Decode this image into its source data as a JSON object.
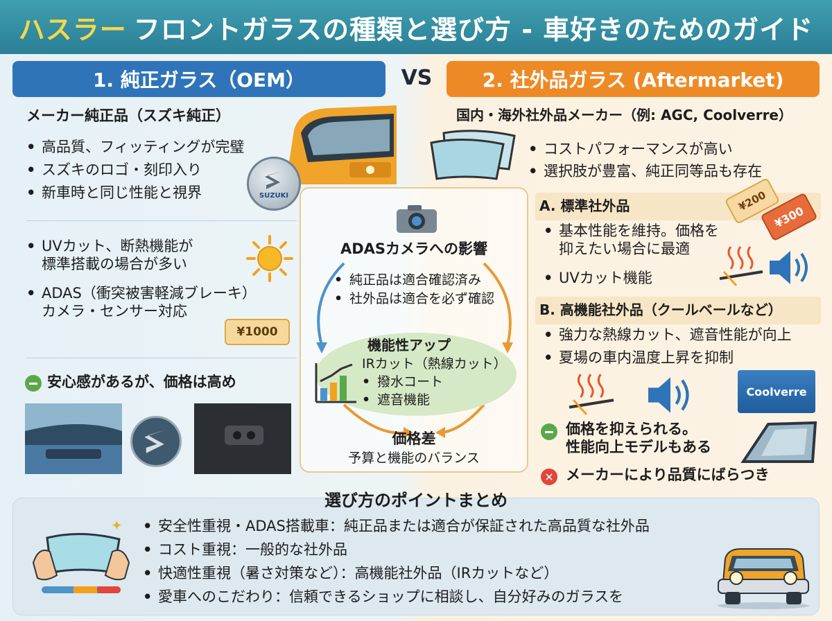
{
  "title": {
    "accent": "ハスラー",
    "main": "フロントガラスの種類と選び方 - 車好きのためのガイド"
  },
  "vs_label": "VS",
  "oem": {
    "header": "1. 純正ガラス（OEM）",
    "subtitle": "メーカー純正品（スズキ純正）",
    "bullets": [
      "高品質、フィッティングが完璧",
      "スズキのロゴ・刻印入り",
      "新車時と同じ性能と視界"
    ],
    "badge_text": "SUZUKI",
    "features": [
      [
        "UVカット、断熱機能が",
        "標準搭載の場合が多い"
      ],
      [
        "ADAS（衝突被害軽減ブレーキ）",
        "カメラ・センサー対応"
      ]
    ],
    "price_tag": "¥1000",
    "con": "安心感があるが、価格は高め"
  },
  "aftermarket": {
    "header": "2. 社外品ガラス (Aftermarket)",
    "subtitle": "国内・海外社外品メーカー（例: AGC, Coolverre）",
    "bullets": [
      "コストパフォーマンスが高い",
      "選択肢が豊富、純正同等品も存在"
    ],
    "standard": {
      "title": "A. 標準社外品",
      "bullet1": [
        "基本性能を維持。価格を",
        "抑えたい場合に最適"
      ],
      "bullet2": "UVカット機能",
      "tags": [
        "¥200",
        "¥300"
      ]
    },
    "premium": {
      "title": "B. 高機能社外品（クールベールなど）",
      "bullets": [
        "強力な熱線カット、遮音性能が向上",
        "夏場の車内温度上昇を抑制"
      ],
      "brand_box": "Coolverre"
    },
    "pro": [
      "価格を抑えられる。",
      "性能向上モデルもある"
    ],
    "con": "メーカーにより品質にばらつき"
  },
  "center": {
    "camera_title": "ADASカメラへの影響",
    "camera_bullets": [
      "純正品は適合確認済み",
      "社外品は適合を必ず確認"
    ],
    "func_title": "機能性アップ",
    "func_items": [
      "IRカット（熱線カット）",
      "撥水コート",
      "遮音機能"
    ],
    "price_title": "価格差",
    "price_sub": "予算と機能のバランス"
  },
  "summary": {
    "title": "選び方のポイントまとめ",
    "points": [
      "安全性重視・ADAS搭載車：純正品または適合が保証された高品質な社外品",
      "コスト重視：一般的な社外品",
      "快適性重視（暑さ対策など）：高機能社外品（IRカットなど）",
      "愛車へのこだわり：信頼できるショップに相談し、自分好みのガラスを"
    ]
  },
  "colors": {
    "title_bg": "#2b7f96",
    "accent_yellow": "#f7d74a",
    "oem_blue": "#2f74b8",
    "after_orange": "#ee8a25",
    "pro_green": "#5aa84a",
    "con_red": "#e0463c",
    "tag_orange": "#e76b3b"
  },
  "icons": [
    "camera-icon",
    "sun-icon",
    "heat-cut-icon",
    "speaker-icon",
    "bar-chart-icon",
    "sparkle-icon",
    "minus-icon",
    "cross-icon",
    "price-tag-icon"
  ]
}
